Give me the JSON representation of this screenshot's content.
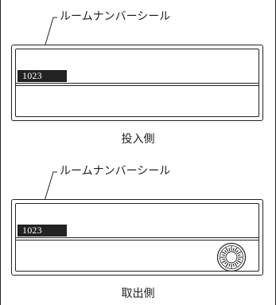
{
  "top_section": {
    "callout_label": "ルームナンバーシール",
    "room_number": "1023",
    "caption": "投入側"
  },
  "bottom_section": {
    "callout_label": "ルームナンバーシール",
    "room_number": "1023",
    "caption": "取出側",
    "dial_icon": "dial-lock-icon"
  }
}
